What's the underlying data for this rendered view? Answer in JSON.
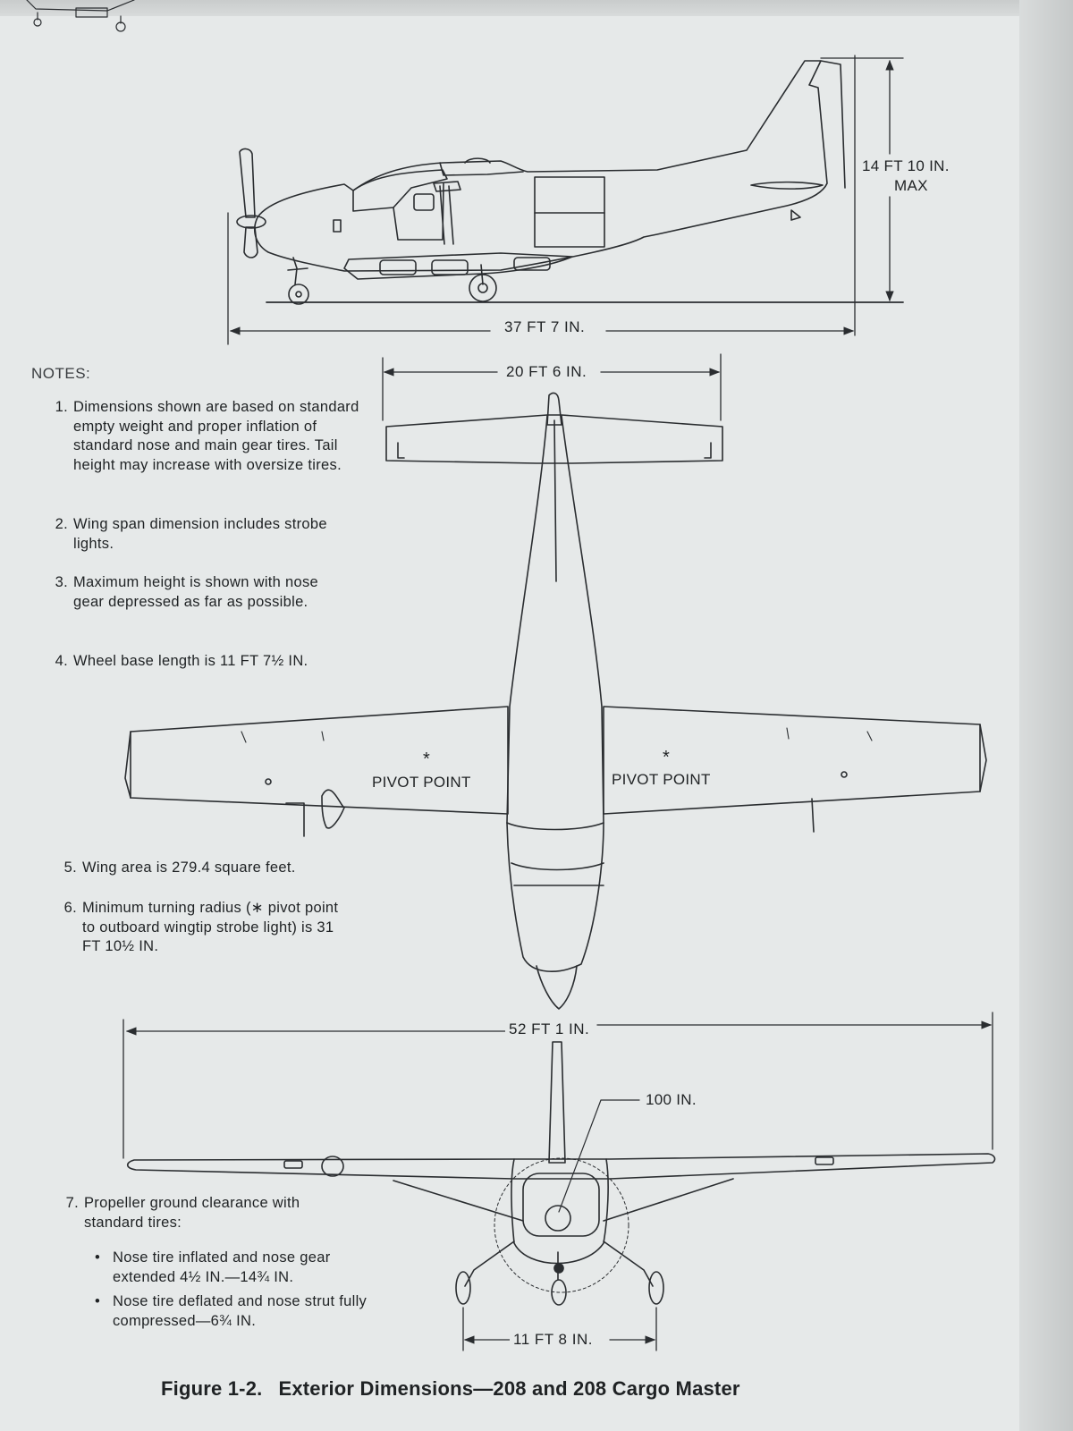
{
  "dimensions": {
    "tail_height": "14 FT 10 IN.",
    "tail_height_note": "MAX",
    "overall_length": "37 FT 7 IN.",
    "tail_span": "20 FT 6 IN.",
    "wing_span": "52 FT 1 IN.",
    "prop_diameter": "100 IN.",
    "main_gear_track": "11 FT 8 IN."
  },
  "pivot_labels": {
    "left": "PIVOT POINT",
    "right": "PIVOT POINT",
    "marker": "*"
  },
  "notes": {
    "heading": "NOTES:",
    "items": [
      {
        "num": "1.",
        "text": "Dimensions shown are based on standard empty weight and proper inflation of standard nose and main gear tires. Tail height may increase with oversize tires."
      },
      {
        "num": "2.",
        "text": "Wing span dimension includes strobe lights."
      },
      {
        "num": "3.",
        "text": "Maximum height is shown with nose gear depressed as far as possible."
      },
      {
        "num": "4.",
        "text": "Wheel base length is 11 FT 7½ IN."
      },
      {
        "num": "5.",
        "text": "Wing area is 279.4 square feet."
      },
      {
        "num": "6.",
        "text": "Minimum turning radius (∗ pivot point to outboard wingtip strobe light) is 31 FT 10½ IN."
      },
      {
        "num": "7.",
        "text": "Propeller ground clearance with standard tires:"
      }
    ],
    "bullets": [
      "Nose tire inflated and nose gear extended 4½ IN.—14¾ IN.",
      "Nose tire deflated and nose strut fully compressed—6¾ IN."
    ]
  },
  "caption": {
    "figure": "Figure 1-2.",
    "title": "Exterior Dimensions—208 and 208 Cargo Master"
  }
}
